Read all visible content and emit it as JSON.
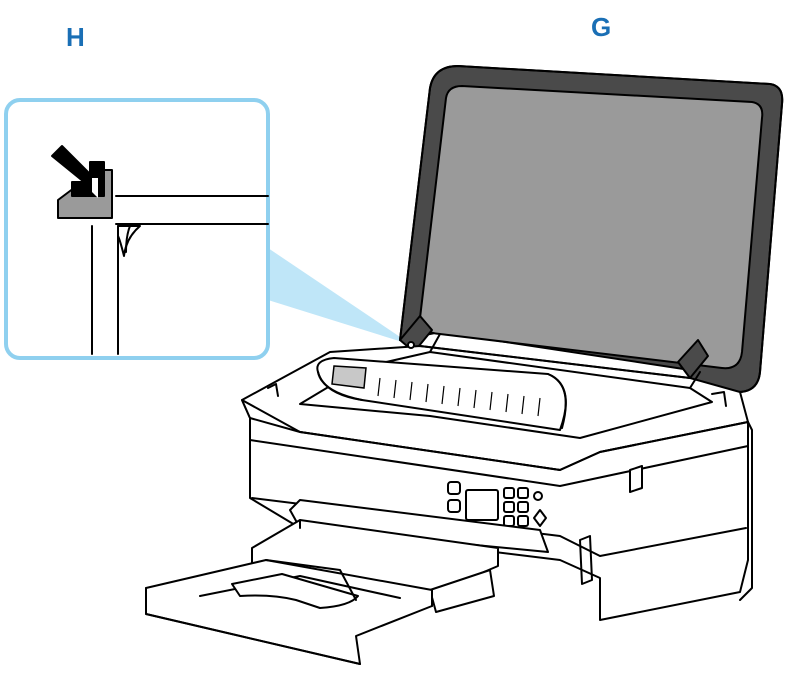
{
  "callouts": {
    "h": {
      "label": "H"
    },
    "g": {
      "label": "G"
    }
  },
  "colors": {
    "callout_text": "#1a6fb5",
    "zoom_frame": "#8fd0ef",
    "zoom_beam": "#bfe6f8",
    "line": "#000000",
    "lid_dark": "#4a4a4a",
    "lid_glass": "#9a9a9a",
    "document_gray": "#c8c8c8",
    "body_fill": "#ffffff"
  },
  "icons": {
    "corner_mark": "alignment-arrow-icon",
    "zoom": "magnify-callout"
  }
}
